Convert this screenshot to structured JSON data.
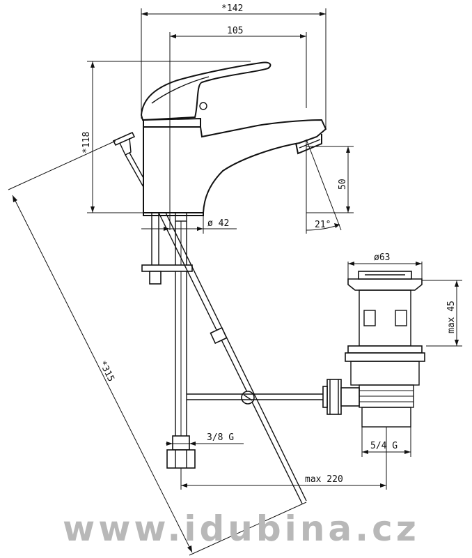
{
  "dimensions": {
    "overall_width": "*142",
    "spout_reach": "105",
    "overall_height": "*118",
    "spout_height": "50",
    "body_diameter": "ø 42",
    "spout_angle": "21°",
    "waste_diameter": "ø63",
    "waste_max_height": "max 45",
    "hose_length": "*315",
    "hose_thread": "3/8 G",
    "waste_thread": "5/4 G",
    "max_distance": "max 220"
  },
  "watermark": "www.idubina.cz"
}
